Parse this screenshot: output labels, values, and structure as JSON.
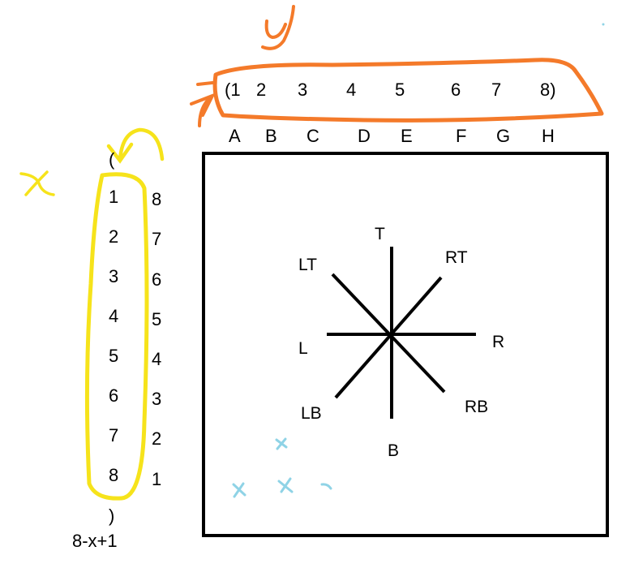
{
  "y_axis": {
    "handwritten_label": "y",
    "numbers": [
      "(1",
      "2",
      "3",
      "4",
      "5",
      "6",
      "7",
      "8)"
    ],
    "letters": [
      "A",
      "B",
      "C",
      "D",
      "E",
      "F",
      "G",
      "H"
    ],
    "highlight_color": "#f47a2a"
  },
  "x_axis": {
    "handwritten_label": "x",
    "open_paren": "(",
    "close_paren": ")",
    "numbers": [
      "1",
      "2",
      "3",
      "4",
      "5",
      "6",
      "7",
      "8"
    ],
    "reversed_numbers": [
      "8",
      "7",
      "6",
      "5",
      "4",
      "3",
      "2",
      "1"
    ],
    "formula": "8-x+1",
    "highlight_color": "#f6e31b"
  },
  "directions": {
    "T": "T",
    "RT": "RT",
    "R": "R",
    "RB": "RB",
    "B": "B",
    "LB": "LB",
    "L": "L",
    "LT": "LT"
  },
  "marks_color": "#8fd3e6"
}
